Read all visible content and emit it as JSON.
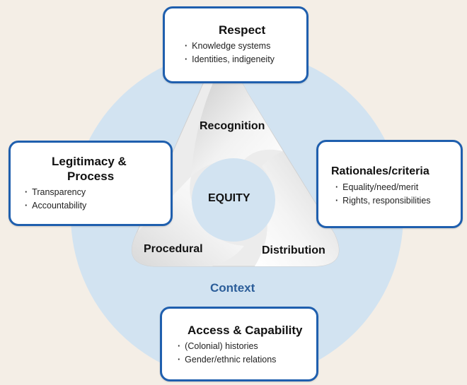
{
  "boxes": {
    "respect": {
      "title": "Respect",
      "items": [
        "Knowledge systems",
        "Identities, indigeneity"
      ]
    },
    "legitimacy": {
      "title_line1": "Legitimacy &",
      "title_line2": "Process",
      "items": [
        "Transparency",
        "Accountability"
      ]
    },
    "rationales": {
      "title": "Rationales/criteria",
      "items": [
        "Equality/need/merit",
        "Rights, responsibilities"
      ]
    },
    "access": {
      "title": "Access & Capability",
      "items": [
        "(Colonial) histories",
        "Gender/ethnic relations"
      ]
    }
  },
  "triangle": {
    "center": "EQUITY",
    "top": "Recognition",
    "left": "Procedural",
    "right": "Distribution"
  },
  "context": "Context",
  "colors": {
    "background": "#f4eee6",
    "context_circle": "#d2e3f1",
    "box_border": "#1f5fae",
    "context_text": "#2b5d99"
  }
}
